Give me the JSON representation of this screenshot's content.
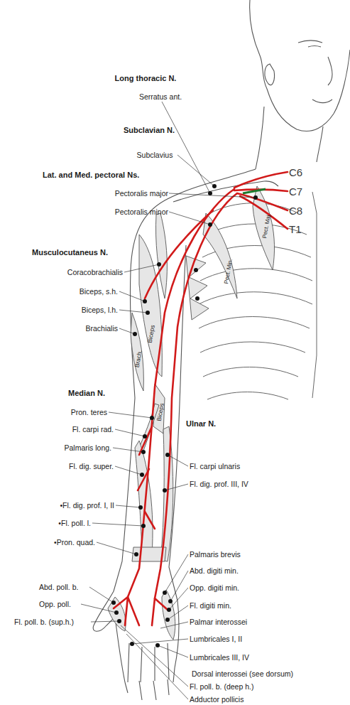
{
  "diagram": {
    "labels": [
      "Long thoracic N.",
      "Serratus ant.",
      "Subclavian N.",
      "Subclavius",
      "Lat. and Med. pectoral Ns.",
      "Pectoralis major",
      "Pectoralis minor",
      "C6",
      "C7",
      "C8",
      "T1",
      "Pect. Maj.",
      "Pect. Min.",
      "Musculocutaneus N.",
      "Coracobrachialis",
      "Biceps, s.h.",
      "Biceps, l.h.",
      "Brachialis",
      "Biceps",
      "Brach.",
      "Median N.",
      "Biceps",
      "Pron. teres",
      "Ulnar N.",
      "Fl. carpi rad.",
      "Palmaris long.",
      "Fl. dig. super.",
      "Fl. carpi ulnaris",
      "Fl. dig. prof. III, IV",
      "•Fl. dig. prof. I, II",
      "•Fl. poll. l.",
      "•Pron. quad.",
      "Palmaris brevis",
      "Abd. digiti min.",
      "Abd. poll. b.",
      "Opp. digiti min.",
      "Opp. poll.",
      "Fl. digiti min.",
      "Fl. poll. b. (sup.h.)",
      "Palmar interossei",
      "Lumbricales I, II",
      "Lumbricales III, IV",
      "Dorsal interossei (see dorsum)",
      "Fl. poll. b. (deep h.)",
      "Adductor pollicis"
    ]
  }
}
